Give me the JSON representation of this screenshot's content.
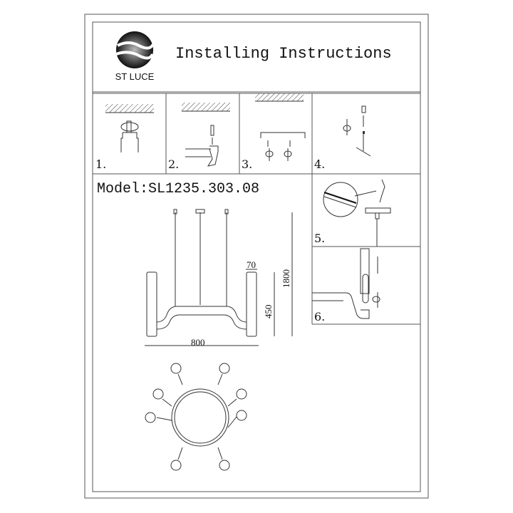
{
  "header": {
    "brand": "ST LUCE",
    "title": "Installing Instructions"
  },
  "steps": [
    {
      "label": "1."
    },
    {
      "label": "2."
    },
    {
      "label": "3."
    },
    {
      "label": "4."
    },
    {
      "label": "5."
    },
    {
      "label": "6."
    }
  ],
  "model": {
    "text": "Model:SL1235.303.08"
  },
  "dimensions": {
    "width": "800",
    "lamp_width": "70",
    "height": "450",
    "total_height": "1800"
  }
}
